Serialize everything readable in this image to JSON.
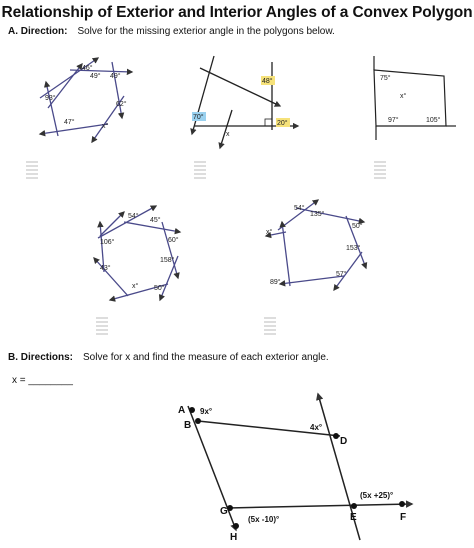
{
  "page_title": "Relationship of Exterior and Interior Angles of a Convex Polygon",
  "section_a": {
    "label": "A. Direction:",
    "instruction": "Solve for the missing exterior angle in the polygons below.",
    "fig1_angles": [
      "46°",
      "49°",
      "49°",
      "93°",
      "62°",
      "47°",
      "x°"
    ],
    "fig2_angles": [
      "48°",
      "70°",
      "20°",
      "x"
    ],
    "fig3_angles": [
      "75°",
      "x°",
      "97°",
      "105°"
    ],
    "fig4_angles": [
      "54°",
      "45°",
      "106°",
      "60°",
      "158°",
      "43°",
      "x°",
      "50°"
    ],
    "fig5_angles": [
      "54°",
      "135°",
      "50°",
      "153°",
      "89°",
      "57°",
      "x°"
    ]
  },
  "section_b": {
    "label": "B. Directions:",
    "instruction": "Solve for x and find the measure of each exterior angle.",
    "x_blank": "x = ________",
    "points": [
      "A",
      "B",
      "D",
      "G",
      "E",
      "F",
      "H"
    ],
    "angles": [
      "9x°",
      "4x°",
      "(5x +25)°",
      "(5x -10)°"
    ]
  }
}
